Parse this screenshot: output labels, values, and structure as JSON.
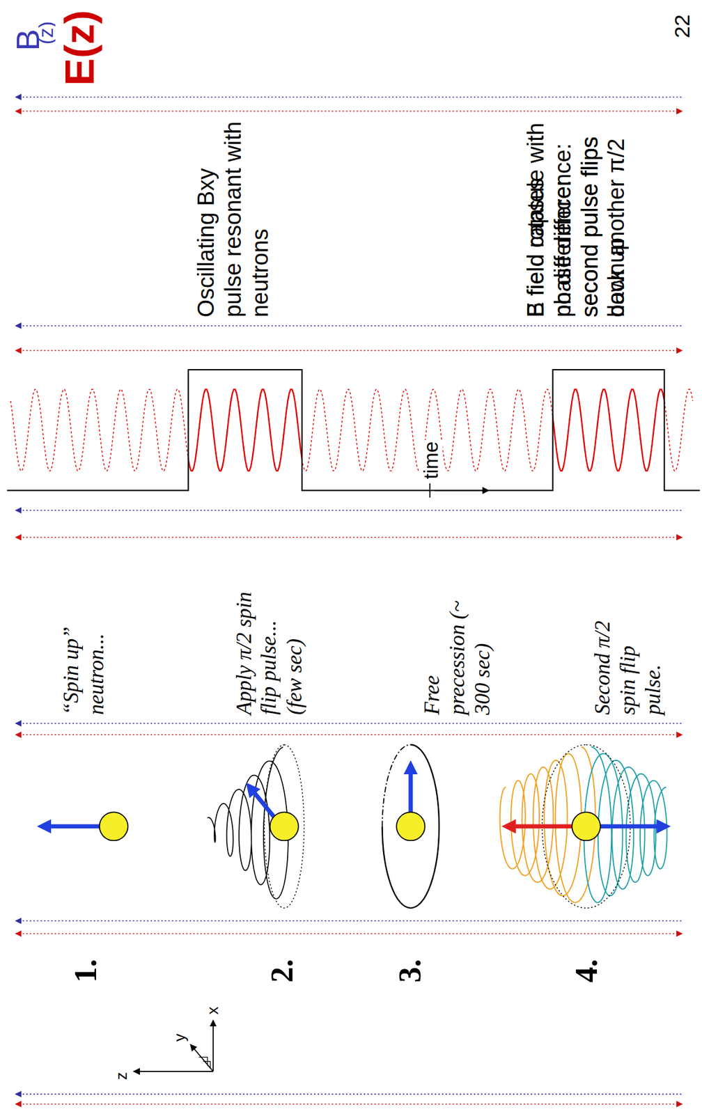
{
  "diagram": {
    "labels": [
      "B",
      "(z)",
      "E(z)",
      "z",
      "y",
      "x",
      "1.",
      "“Spin up” neutron...",
      "2.",
      "Apply π/2 spin flip pulse... (few sec)",
      "3.",
      "Free precession (~ 300 sec)",
      "4.",
      "Second π/2 spin flip pulse.",
      "time",
      "Oscillating Bxy pulse resonant with neutrons",
      "B field capsule with no difference: second pulse flips back up",
      "E field rotates phase difference: second pulse flips down another π/2",
      "22"
    ]
  }
}
